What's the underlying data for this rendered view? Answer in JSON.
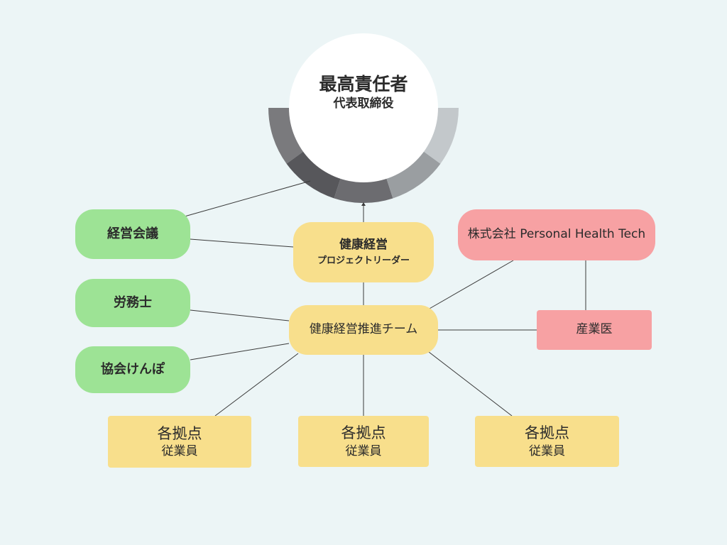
{
  "colors": {
    "background": "#ecf5f6",
    "green": "#9de395",
    "yellow": "#f8df8c",
    "pink": "#f7a1a3",
    "ring": [
      "#7a7a7d",
      "#57575b",
      "#6c6c70",
      "#9a9ea1",
      "#c3c8cb"
    ]
  },
  "top": {
    "title": "最高責任者",
    "subtitle": "代表取締役"
  },
  "leader": {
    "line1": "健康経営",
    "line2": "プロジェクトリーダー"
  },
  "team": {
    "label": "健康経営推進チーム"
  },
  "left_nodes": [
    {
      "label": "経営会議"
    },
    {
      "label": "労務士"
    },
    {
      "label": "協会けんぽ"
    }
  ],
  "right_nodes": {
    "company": "株式会社 Personal Health Tech",
    "doctor": "産業医"
  },
  "bottom_nodes": [
    {
      "line1": "各拠点",
      "line2": "従業員"
    },
    {
      "line1": "各拠点",
      "line2": "従業員"
    },
    {
      "line1": "各拠点",
      "line2": "従業員"
    }
  ]
}
